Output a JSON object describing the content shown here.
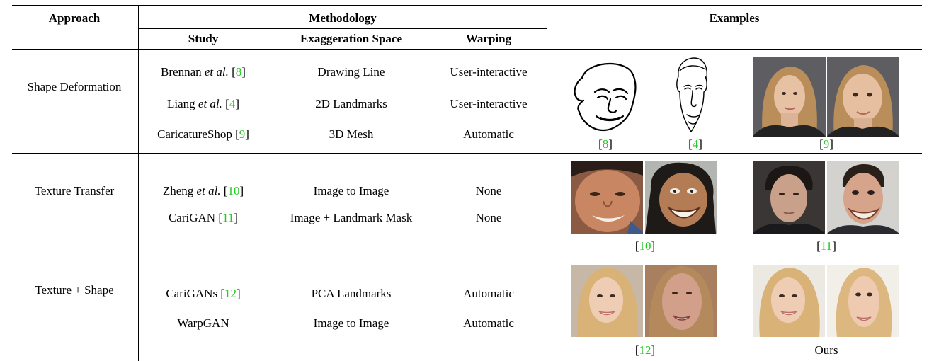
{
  "headers": {
    "approach": "Approach",
    "methodology": "Methodology",
    "examples": "Examples",
    "study": "Study",
    "space": "Exaggeration Space",
    "warping": "Warping"
  },
  "rows": [
    {
      "approach": "Shape Deformation",
      "studies": [
        {
          "name_pre": "Brennan ",
          "etal": "et al.",
          "ref": "8",
          "space": "Drawing Line",
          "warping": "User-interactive"
        },
        {
          "name_pre": "Liang ",
          "etal": "et al.",
          "ref": "4",
          "space": "2D Landmarks",
          "warping": "User-interactive"
        },
        {
          "name_pre": "CaricatureShop ",
          "etal": "",
          "ref": "9",
          "space": "3D Mesh",
          "warping": "Automatic"
        }
      ],
      "captions": [
        "8",
        "4",
        "9"
      ]
    },
    {
      "approach": "Texture Transfer",
      "studies": [
        {
          "name_pre": "Zheng ",
          "etal": "et al.",
          "ref": "10",
          "space": "Image to Image",
          "warping": "None"
        },
        {
          "name_pre": "CariGAN ",
          "etal": "",
          "ref": "11",
          "space": "Image + Landmark Mask",
          "warping": "None"
        }
      ],
      "captions": [
        "10",
        "11"
      ]
    },
    {
      "approach": "Texture + Shape",
      "studies": [
        {
          "name_pre": "CariGANs ",
          "etal": "",
          "ref": "12",
          "space": "PCA Landmarks",
          "warping": "Automatic"
        },
        {
          "name_pre": "WarpGAN",
          "etal": "",
          "ref": "",
          "space": "Image to Image",
          "warping": "Automatic"
        }
      ],
      "captions": [
        "12"
      ],
      "ours_label": "Ours"
    }
  ],
  "colors": {
    "reference": "#22c922"
  }
}
